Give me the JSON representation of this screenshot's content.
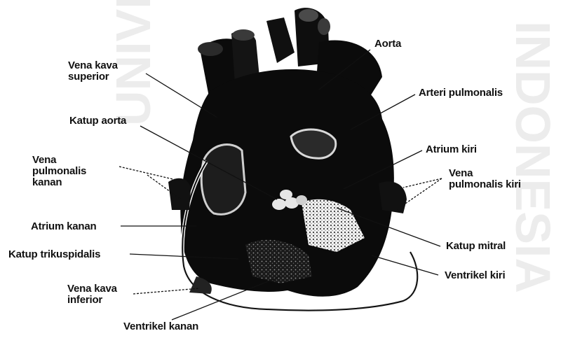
{
  "figure": {
    "labels": {
      "aorta": "Aorta",
      "vena_kava_superior": [
        "Vena kava",
        "superior"
      ],
      "arteri_pulmonalis": "Arteri pulmonalis",
      "katup_aorta": "Katup aorta",
      "atrium_kiri": "Atrium kiri",
      "vena_pulmonalis_kanan": [
        "Vena",
        "pulmonalis",
        "kanan"
      ],
      "vena_pulmonalis_kiri": [
        "Vena",
        "pulmonalis kiri"
      ],
      "atrium_kanan": "Atrium kanan",
      "katup_mitral": "Katup mitral",
      "katup_trikuspidalis": "Katup trikuspidalis",
      "ventrikel_kiri": "Ventrikel kiri",
      "vena_kava_inferior": [
        "Vena kava",
        "inferior"
      ],
      "ventrikel_kanan": "Ventrikel kanan"
    },
    "watermark": {
      "left": "UNIVERSITAS",
      "right": "INDONESIA"
    },
    "colors": {
      "heart_dark": "#0b0b0b",
      "heart_mid": "#3a3a3a",
      "leader_line": "#111111",
      "watermark": "#ececec"
    }
  }
}
